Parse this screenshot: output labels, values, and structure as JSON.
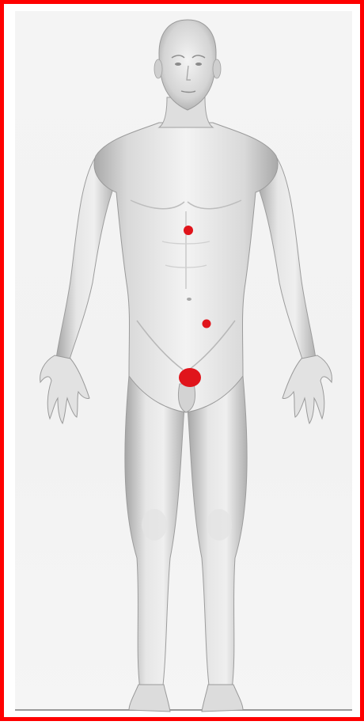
{
  "colors": {
    "border": "#ff0000",
    "background": "#f3f3f3",
    "skin_light": "#f1f1f1",
    "skin_mid": "#d6d6d6",
    "skin_dark": "#9f9f9f",
    "marker": "#e0141b"
  },
  "figure": "anterior-male-body-diagram",
  "markers": [
    {
      "name": "upper-abdomen-marker",
      "size": "small"
    },
    {
      "name": "lower-abdomen-marker",
      "size": "small"
    },
    {
      "name": "groin-marker",
      "size": "large"
    }
  ]
}
